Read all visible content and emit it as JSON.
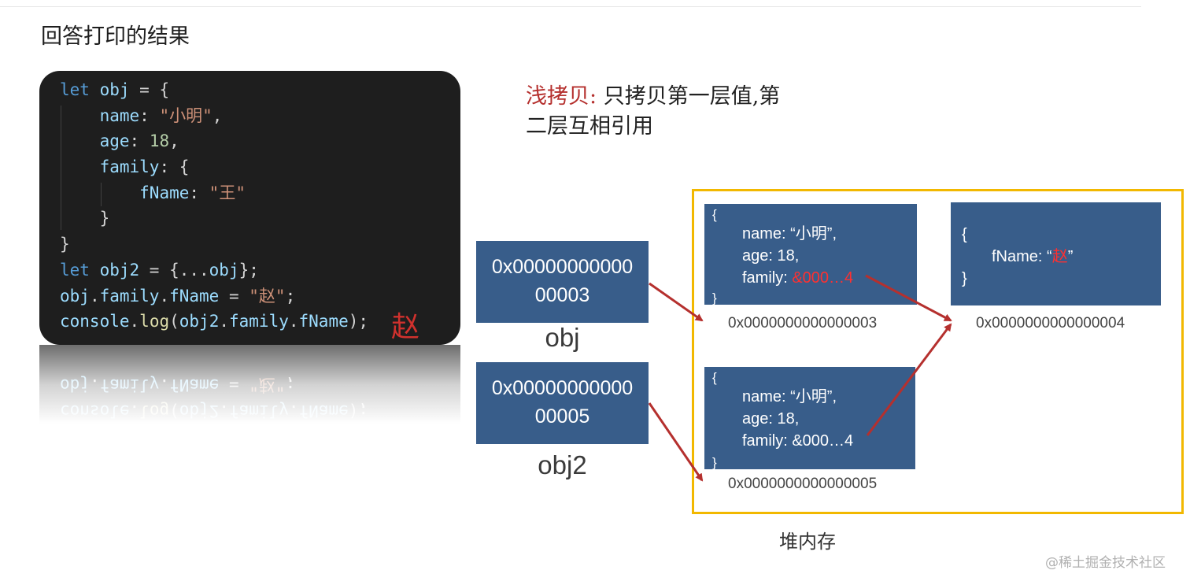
{
  "title": "回答打印的结果",
  "code": {
    "lines": [
      [
        {
          "t": "let",
          "c": "kw"
        },
        {
          "t": " obj ",
          "c": "prop"
        },
        {
          "t": "= {",
          "c": ""
        }
      ],
      [
        {
          "t": "    ",
          "c": ""
        },
        {
          "t": "name",
          "c": "prop"
        },
        {
          "t": ": ",
          "c": ""
        },
        {
          "t": "\"小明\"",
          "c": "str"
        },
        {
          "t": ",",
          "c": ""
        }
      ],
      [
        {
          "t": "    ",
          "c": ""
        },
        {
          "t": "age",
          "c": "prop"
        },
        {
          "t": ": ",
          "c": ""
        },
        {
          "t": "18",
          "c": "num"
        },
        {
          "t": ",",
          "c": ""
        }
      ],
      [
        {
          "t": "    ",
          "c": ""
        },
        {
          "t": "family",
          "c": "prop"
        },
        {
          "t": ": {",
          "c": ""
        }
      ],
      [
        {
          "t": "        ",
          "c": ""
        },
        {
          "t": "fName",
          "c": "prop"
        },
        {
          "t": ": ",
          "c": ""
        },
        {
          "t": "\"王\"",
          "c": "str"
        }
      ],
      [
        {
          "t": "    }",
          "c": ""
        }
      ],
      [
        {
          "t": "}",
          "c": ""
        }
      ],
      [
        {
          "t": "let",
          "c": "kw"
        },
        {
          "t": " obj2 ",
          "c": "prop"
        },
        {
          "t": "= {...",
          "c": ""
        },
        {
          "t": "obj",
          "c": "prop"
        },
        {
          "t": "};",
          "c": ""
        }
      ],
      [
        {
          "t": "obj",
          "c": "prop"
        },
        {
          "t": ".",
          "c": ""
        },
        {
          "t": "family",
          "c": "prop"
        },
        {
          "t": ".",
          "c": ""
        },
        {
          "t": "fName",
          "c": "prop"
        },
        {
          "t": " = ",
          "c": ""
        },
        {
          "t": "\"赵\"",
          "c": "str"
        },
        {
          "t": ";",
          "c": ""
        }
      ],
      [
        {
          "t": "console",
          "c": "prop"
        },
        {
          "t": ".",
          "c": ""
        },
        {
          "t": "log",
          "c": "fn"
        },
        {
          "t": "(",
          "c": ""
        },
        {
          "t": "obj2",
          "c": "prop"
        },
        {
          "t": ".",
          "c": ""
        },
        {
          "t": "family",
          "c": "prop"
        },
        {
          "t": ".",
          "c": ""
        },
        {
          "t": "fName",
          "c": "prop"
        },
        {
          "t": ");",
          "c": ""
        }
      ]
    ],
    "result": "赵"
  },
  "note": {
    "label": "浅拷贝:",
    "line1": " 只拷贝第一层值,第",
    "line2": "二层互相引用"
  },
  "stack": [
    {
      "addr_line1": "0x00000000000",
      "addr_line2": "00003",
      "name": "obj"
    },
    {
      "addr_line1": "0x00000000000",
      "addr_line2": "00005",
      "name": "obj2"
    }
  ],
  "heap": {
    "caption": "堆内存",
    "objects": [
      {
        "open": "{",
        "name": "name: “小明”,",
        "age": "age: 18,",
        "family_key": "family: ",
        "family_ref": "&000…4",
        "family_ref_highlight": true,
        "close": "}",
        "addr": "0x0000000000000003"
      },
      {
        "open": "{",
        "name": "name: “小明”,",
        "age": "age: 18,",
        "family_key": "family: ",
        "family_ref": "&000…4",
        "family_ref_highlight": false,
        "close": "}",
        "addr": "0x0000000000000005"
      }
    ],
    "family_obj": {
      "open": "{",
      "fname_key": "fName: “",
      "fname_value": "赵",
      "fname_end": "”",
      "close": "}",
      "addr": "0x0000000000000004"
    }
  },
  "colors": {
    "box_blue": "#385d8a",
    "heap_border": "#f2b800",
    "arrow": "#b5302e",
    "highlight": "#ff3030"
  },
  "watermark": "@稀土掘金技术社区"
}
